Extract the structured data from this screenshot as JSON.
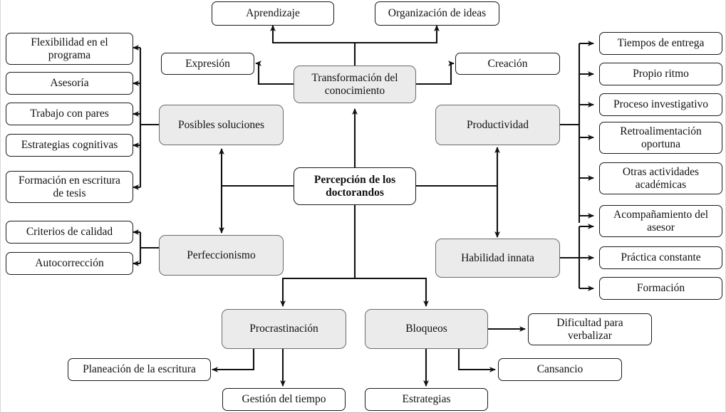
{
  "diagram": {
    "title": "Percepción de los doctorandos",
    "type": "concept-map",
    "colors": {
      "shaded_fill": "#ebebeb",
      "shaded_border": "#6b6b6b",
      "plain_fill": "#ffffff",
      "plain_border": "#1a1a1a",
      "edge": "#111111"
    },
    "nodes": {
      "central": "Percepción de los\ndoctorandos",
      "transformacion": "Transformación del\nconocimiento",
      "aprendizaje": "Aprendizaje",
      "organizacion_ideas": "Organización de ideas",
      "expresion": "Expresión",
      "creacion": "Creación",
      "posibles_soluciones": "Posibles soluciones",
      "flexibilidad": "Flexibilidad en el\nprograma",
      "asesoria": "Asesoría",
      "trabajo_pares": "Trabajo con pares",
      "estrategias_cognitivas": "Estrategias cognitivas",
      "formacion_escritura": "Formación en escritura\nde tesis",
      "perfeccionismo": "Perfeccionismo",
      "criterios_calidad": "Criterios de calidad",
      "autocorreccion": "Autocorrección",
      "productividad": "Productividad",
      "tiempos_entrega": "Tiempos de entrega",
      "propio_ritmo": "Propio ritmo",
      "proceso_investigativo": "Proceso investigativo",
      "retroalimentacion": "Retroalimentación\noportuna",
      "otras_actividades": "Otras actividades\nacadémicas",
      "acompanamiento": "Acompañamiento del\nasesor",
      "habilidad_innata": "Habilidad innata",
      "practica_constante": "Práctica constante",
      "formacion": "Formación",
      "procrastinacion": "Procrastinación",
      "planeacion_escritura": "Planeación de la escritura",
      "gestion_tiempo": "Gestión del tiempo",
      "bloqueos": "Bloqueos",
      "dificultad_verbalizar": "Dificultad para\nverbalizar",
      "cansancio": "Cansancio",
      "estrategias": "Estrategias"
    }
  }
}
